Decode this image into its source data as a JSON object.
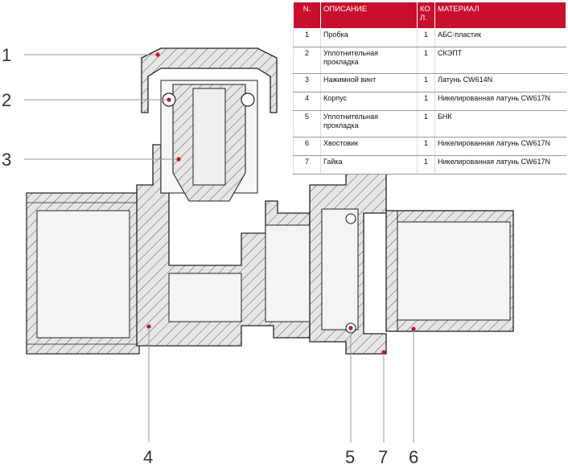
{
  "table": {
    "headers": [
      "N.",
      "ОПИСАНИЕ",
      "КО Л.",
      "МАТЕРИАЛ"
    ],
    "rows": [
      {
        "n": "1",
        "description": "Пробка",
        "qty": "1",
        "material": "АБС-пластик"
      },
      {
        "n": "2",
        "description": "Уплотнительная прокладка",
        "qty": "1",
        "material": "СКЭПТ"
      },
      {
        "n": "3",
        "description": "Нажимной винт",
        "qty": "1",
        "material": "Латунь CW614N"
      },
      {
        "n": "4",
        "description": "Корпус",
        "qty": "1",
        "material": "Никелированная латунь CW617N"
      },
      {
        "n": "5",
        "description": "Уплотнительная прокладка",
        "qty": "1",
        "material": "БНК"
      },
      {
        "n": "6",
        "description": "Хвостовик",
        "qty": "1",
        "material": "Никелированная латунь CW617N"
      },
      {
        "n": "7",
        "description": "Гайка",
        "qty": "1",
        "material": "Никелированная латунь CW617N"
      }
    ],
    "header_color": "#c8102e"
  },
  "callouts": [
    "1",
    "2",
    "3",
    "4",
    "5",
    "7",
    "6"
  ],
  "colors": {
    "marker": "#c8102e",
    "section_fill": "#e4e4e4",
    "outline": "#222222"
  }
}
